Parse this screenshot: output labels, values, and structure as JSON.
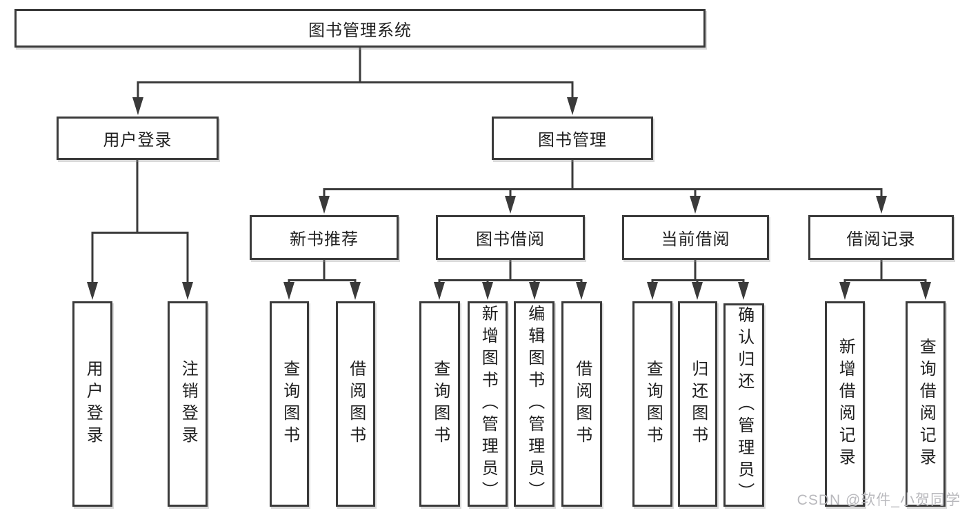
{
  "diagram": {
    "root": "图书管理系统",
    "level2": [
      "用户登录",
      "图书管理"
    ],
    "level3": [
      "新书推荐",
      "图书借阅",
      "当前借阅",
      "借阅记录"
    ],
    "leaves_user_login": [
      "用户登录",
      "注销登录"
    ],
    "leaves_new_book": [
      "查询图书",
      "借阅图书"
    ],
    "leaves_book_borrow": [
      "查询图书",
      "新增图书（管理员）",
      "编辑图书（管理员）",
      "借阅图书"
    ],
    "leaves_current_borrow": [
      "查询图书",
      "归还图书",
      "确认归还（管理员）"
    ],
    "leaves_borrow_records": [
      "新增借阅记录",
      "查询借阅记录"
    ],
    "colors": {
      "line": "#3a3a3a",
      "text": "#1f1f1f",
      "canvas": "#ffffff",
      "watermark": "#b9b9bd"
    }
  },
  "watermark": "CSDN @软件_小贺同学"
}
